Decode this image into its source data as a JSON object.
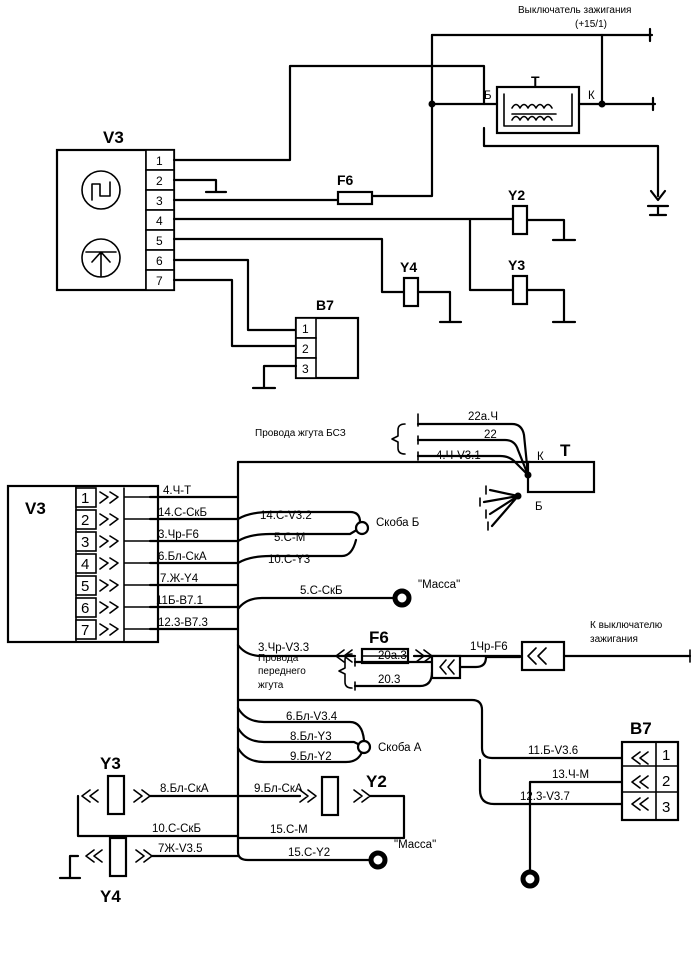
{
  "top": {
    "ignition_label": "Выключатель зажигания",
    "ignition_terminal": "(+15/1)",
    "coil_id": "T",
    "coil_b": "Б",
    "coil_k": "К",
    "module_id": "V3",
    "module_pins": [
      "1",
      "2",
      "3",
      "4",
      "5",
      "6",
      "7"
    ],
    "fuse_id": "F6",
    "y2": "Y2",
    "y3": "Y3",
    "y4": "Y4",
    "b7_id": "B7",
    "b7_pins": [
      "1",
      "2",
      "3"
    ]
  },
  "bottom": {
    "module_id": "V3",
    "module_pins": [
      "1",
      "2",
      "3",
      "4",
      "5",
      "6",
      "7"
    ],
    "module_wires": [
      "4.Ч-Т",
      "14.С-СкБ",
      "3.Чр-F6",
      "6.Бл-СкА",
      "7.Ж-Y4",
      "11Б-В7.1",
      "12.3-В7.3"
    ],
    "coil_id": "T",
    "coil_k": "К",
    "coil_b": "Б",
    "bsz_label": "Провода жгута БСЗ",
    "bsz_wires": [
      "22а.Ч",
      "22",
      "4.Ч-V3.1"
    ],
    "skoba_b_label": "Скоба Б",
    "skoba_b_wires": [
      "14.С-V3.2",
      "5.С-М",
      "10.С-Y3"
    ],
    "mass1_wire": "5.С-СкБ",
    "mass_label": "\"Масса\"",
    "fuse_id": "F6",
    "fuse_left_wire": "3.Чр-V3.3",
    "fuse_right_wire": "1Чр-F6",
    "ignition_label": "К выключателю",
    "ignition_label2": "зажигания",
    "front_label1": "Провода",
    "front_label2": "переднего",
    "front_label3": "жгута",
    "front_wires": [
      "20а.3",
      "20.3"
    ],
    "skoba_a_label": "Скоба А",
    "skoba_a_wires": [
      "6.Бл-V3.4",
      "8.Бл-Y3",
      "9.Бл-Y2"
    ],
    "b7_id": "B7",
    "b7_pins": [
      "1",
      "2",
      "3"
    ],
    "b7_wires": [
      "11.Б-V3.6",
      "13.Ч-М",
      "12.3-V3.7"
    ],
    "y3": "Y3",
    "y2": "Y2",
    "y4": "Y4",
    "y3_wire": "8.Бл-СкА",
    "y2_wire": "9.Бл-СкА",
    "y3_ground_wire": "10.С-СкБ",
    "y2_ground_wire": "15.С-М",
    "y4_wire": "7Ж-V3.5",
    "mass2_wire": "15.С-Y2",
    "mass2_label": "\"Масса\""
  }
}
